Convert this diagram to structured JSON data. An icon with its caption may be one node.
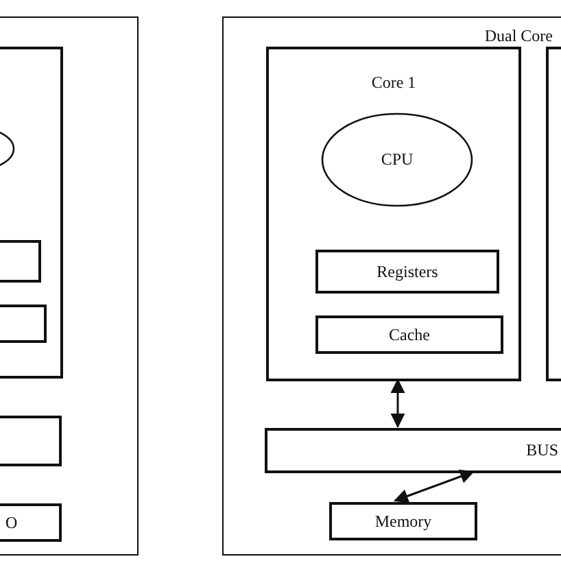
{
  "diagram": {
    "nodes": [
      {
        "text": [],
        "shape": "box"
      },
      {
        "text": [],
        "shape": "box",
        "in": 0
      },
      {
        "text": [],
        "shape": "circle",
        "in": 1
      },
      {
        "text": [],
        "shape": "box",
        "in": 1
      },
      {
        "text": [],
        "shape": "box",
        "in": 1
      },
      {
        "text": [],
        "shape": "box",
        "in": 0
      },
      {
        "text": [
          "O"
        ],
        "in": 0
      },
      {
        "text": [
          "Dual Core"
        ]
      },
      {
        "text": [
          "Core 1"
        ],
        "in": 7
      },
      {
        "text": [
          "CPU"
        ],
        "in": 8
      },
      {
        "text": [
          "Registers"
        ],
        "in": 8
      },
      {
        "text": [
          "Cache"
        ],
        "in": 8
      },
      {
        "text": [],
        "shape": "box",
        "in": 7
      },
      {
        "text": [
          "BUS"
        ],
        "in": 7
      },
      {
        "text": [
          "Memory"
        ],
        "in": 7
      }
    ],
    "edges": [
      {
        "from": 8,
        "to": 13,
        "arrow": "both"
      },
      {
        "from": 14,
        "to": 13,
        "arrow": "both"
      }
    ]
  }
}
